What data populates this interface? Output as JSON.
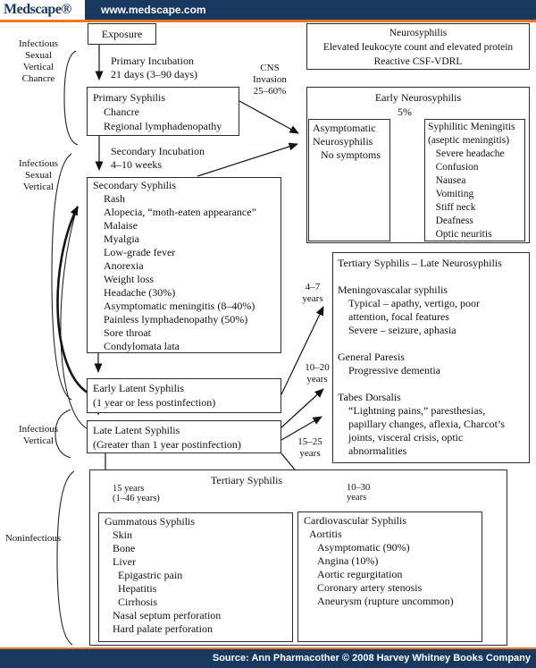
{
  "header": {
    "logo": "Medscape®",
    "url": "www.medscape.com"
  },
  "footer": {
    "source": "Source: Ann Pharmacother © 2008 Harvey Whitney Books Company"
  },
  "colors": {
    "navy": "#17395f",
    "orange": "#ee7420",
    "box_border": "#2b2b2b"
  },
  "side_labels": {
    "infectious1": [
      "Infectious",
      "Sexual",
      "Vertical",
      "Chancre"
    ],
    "infectious2": [
      "Infectious",
      "Sexual",
      "Vertical"
    ],
    "infectious3": [
      "Infectious",
      "Vertical"
    ],
    "noninfectious": "Noninfectious"
  },
  "edge_labels": {
    "primary_incubation": [
      "Primary Incubation",
      "21 days (3–90 days)"
    ],
    "secondary_incubation": [
      "Secondary Incubation",
      "4–10 weeks"
    ],
    "cns_invasion": [
      "CNS",
      "Invasion",
      "25–60%"
    ],
    "pct_5": "5%",
    "years_4_7": [
      "4–7",
      "years"
    ],
    "years_10_20": [
      "10–20",
      "years"
    ],
    "years_15_25": [
      "15–25",
      "years"
    ],
    "years_15_1_46": [
      "15 years",
      "(1–46 years)"
    ],
    "years_10_30": [
      "10–30",
      "years"
    ]
  },
  "boxes": {
    "exposure": {
      "title": "Exposure"
    },
    "primary": {
      "lines": [
        "Primary Syphilis",
        "    Chancre",
        "    Regional lymphadenopathy"
      ]
    },
    "secondary": {
      "lines": [
        "Secondary Syphilis",
        "    Rash",
        "    Alopecia, “moth-eaten appearance”",
        "    Malaise",
        "    Myalgia",
        "    Low-grade fever",
        "    Anorexia",
        "    Weight loss",
        "    Headache (30%)",
        "    Asymptomatic meningitis (8–40%)",
        "    Painless lymphadenopathy (50%)",
        "    Sore throat",
        "    Condylomata lata"
      ]
    },
    "early_latent": {
      "lines": [
        "Early Latent Syphilis",
        "(1 year or less postinfection)"
      ]
    },
    "late_latent": {
      "lines": [
        "Late Latent Syphilis",
        "(Greater than 1 year postinfection)"
      ]
    },
    "neurosyphilis": {
      "lines": [
        "Neurosyphilis",
        "Elevated leukocyte count and elevated protein",
        "Reactive CSF-VDRL"
      ]
    },
    "early_neuro": {
      "title": "Early Neurosyphilis"
    },
    "asymptomatic": {
      "lines": [
        "Asymptomatic",
        "Neurosyphilis",
        "   No symptoms"
      ]
    },
    "syphilitic_meningitis": {
      "lines": [
        "Syphilitic Meningitis",
        "(aseptic meningitis)",
        "   Severe headache",
        "   Confusion",
        "   Nausea",
        "   Vomiting",
        "   Stiff neck",
        "   Deafness",
        "   Optic neuritis"
      ]
    },
    "late_neuro": {
      "lines": [
        "Tertiary Syphilis – Late Neurosyphilis",
        "",
        "Meningovascalar syphilis",
        "    Typical – apathy, vertigo, poor",
        "    attention, focal features",
        "    Severe – seizure, aphasia",
        "",
        "General Paresis",
        "    Progressive dementia",
        "",
        "Tabes Dorsalis",
        "    “Lightning pains,” paresthesias,",
        "    papillary changes, aflexia, Charcot’s",
        "    joints, visceral crisis, optic",
        "    abnormalities"
      ]
    },
    "tertiary": {
      "title": "Tertiary Syphilis"
    },
    "gummatous": {
      "lines": [
        "Gummatous Syphilis",
        "   Skin",
        "   Bone",
        "   Liver",
        "     Epigastric pain",
        "     Hepatitis",
        "     Cirrhosis",
        "   Nasal septum perforation",
        "   Hard palate perforation"
      ]
    },
    "cardiovascular": {
      "lines": [
        "Cardiovascular Syphilis",
        "  Aortitis",
        "     Asymptomatic (90%)",
        "     Angina (10%)",
        "     Aortic regurgitation",
        "     Coronary artery stenosis",
        "     Aneurysm (rupture uncommon)"
      ]
    }
  }
}
